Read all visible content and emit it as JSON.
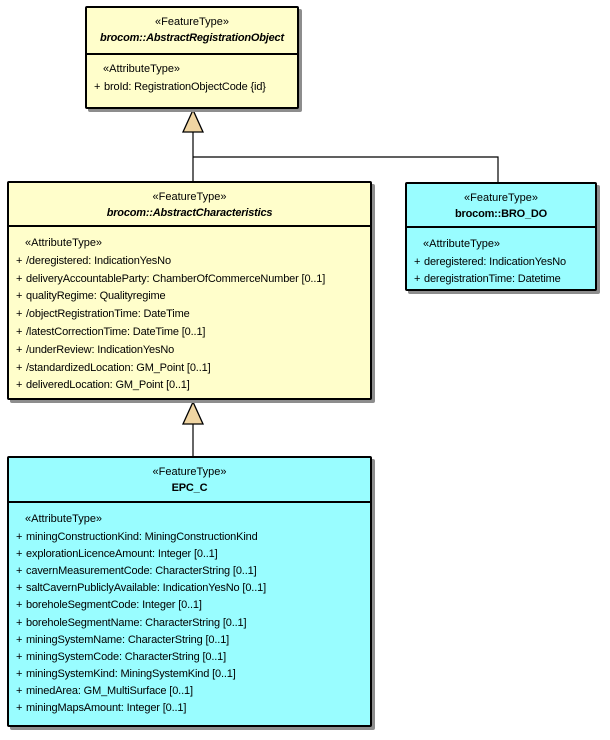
{
  "diagram": {
    "background": "#FFFFFF",
    "colors": {
      "abstract_class_fill": "#FFFECB",
      "concrete_class_fill": "#99FDFF",
      "border": "#000000",
      "shadow": "#8D8D8D",
      "generalization_arrow_fill": "#F0D5A2"
    },
    "classes": {
      "aro": {
        "stereotype": "«FeatureType»",
        "name": "brocom::AbstractRegistrationObject",
        "attr_header": "«AttributeType»",
        "attributes": [
          {
            "vis": "+",
            "text": "broId: RegistrationObjectCode {id}"
          }
        ]
      },
      "ac": {
        "stereotype": "«FeatureType»",
        "name": "brocom::AbstractCharacteristics",
        "attr_header": "«AttributeType»",
        "attributes": [
          {
            "vis": "+",
            "text": "/deregistered: IndicationYesNo"
          },
          {
            "vis": "+",
            "text": "deliveryAccountableParty: ChamberOfCommerceNumber [0..1]"
          },
          {
            "vis": "+",
            "text": "qualityRegime: Qualityregime"
          },
          {
            "vis": "+",
            "text": "/objectRegistrationTime: DateTime"
          },
          {
            "vis": "+",
            "text": "/latestCorrectionTime: DateTime [0..1]"
          },
          {
            "vis": "+",
            "text": "/underReview: IndicationYesNo"
          },
          {
            "vis": "+",
            "text": "/standardizedLocation: GM_Point [0..1]"
          },
          {
            "vis": "+",
            "text": "deliveredLocation: GM_Point [0..1]"
          }
        ]
      },
      "bro": {
        "stereotype": "«FeatureType»",
        "name": "brocom::BRO_DO",
        "attr_header": "«AttributeType»",
        "attributes": [
          {
            "vis": "+",
            "text": "deregistered: IndicationYesNo"
          },
          {
            "vis": "+",
            "text": "deregistrationTime: Datetime"
          }
        ]
      },
      "epc": {
        "stereotype": "«FeatureType»",
        "name": "EPC_C",
        "attr_header": "«AttributeType»",
        "attributes": [
          {
            "vis": "+",
            "text": "miningConstructionKind: MiningConstructionKind"
          },
          {
            "vis": "+",
            "text": "explorationLicenceAmount: Integer [0..1]"
          },
          {
            "vis": "+",
            "text": "cavernMeasurementCode: CharacterString [0..1]"
          },
          {
            "vis": "+",
            "text": "saltCavernPubliclyAvailable: IndicationYesNo [0..1]"
          },
          {
            "vis": "+",
            "text": "boreholeSegmentCode: Integer [0..1]"
          },
          {
            "vis": "+",
            "text": "boreholeSegmentName: CharacterString [0..1]"
          },
          {
            "vis": "+",
            "text": "miningSystemName: CharacterString [0..1]"
          },
          {
            "vis": "+",
            "text": "miningSystemCode: CharacterString [0..1]"
          },
          {
            "vis": "+",
            "text": "miningSystemKind: MiningSystemKind [0..1]"
          },
          {
            "vis": "+",
            "text": "minedArea: GM_MultiSurface [0..1]"
          },
          {
            "vis": "+",
            "text": "miningMapsAmount: Integer [0..1]"
          }
        ]
      }
    },
    "relations": [
      {
        "type": "generalization",
        "from": "brocom::AbstractCharacteristics",
        "to": "brocom::AbstractRegistrationObject"
      },
      {
        "type": "generalization",
        "from": "brocom::BRO_DO",
        "to": "brocom::AbstractRegistrationObject"
      },
      {
        "type": "generalization",
        "from": "EPC_C",
        "to": "brocom::AbstractCharacteristics"
      }
    ]
  }
}
